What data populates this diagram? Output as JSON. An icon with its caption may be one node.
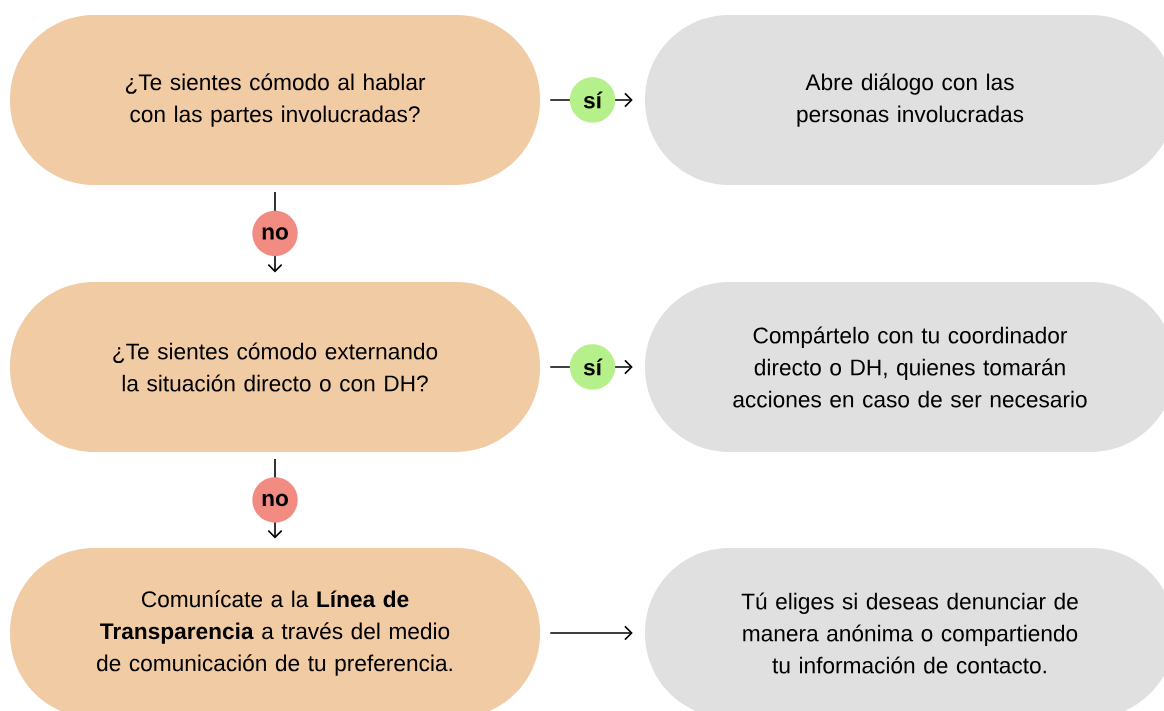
{
  "diagram": {
    "nodes": [
      {
        "text": [
          "¿Te sientes cómodo al hablar con las partes involucradas?"
        ]
      },
      {
        "text": [
          "Abre diálogo con las personas involucradas"
        ]
      },
      {
        "text": [
          "¿Te sientes cómodo externando la situación directo o con DH?"
        ]
      },
      {
        "text": [
          "Compártelo con tu coordinador directo o DH, quienes tomarán acciones en caso de ser necesario"
        ]
      },
      {
        "text": [
          "Comunícate a la **Línea de Transparencia** a través del medio de comunicación de tu preferencia."
        ]
      },
      {
        "text": [
          "Tú eliges si deseas denunciar de manera anónima o compartiendo tu información de contacto."
        ]
      }
    ],
    "edges": [
      {
        "from": 0,
        "to": 1,
        "arrow": "to",
        "label": "sí"
      },
      {
        "from": 0,
        "to": 2,
        "arrow": "to",
        "label": "no"
      },
      {
        "from": 2,
        "to": 3,
        "arrow": "to",
        "label": "sí"
      },
      {
        "from": 2,
        "to": 4,
        "arrow": "to",
        "label": "no"
      },
      {
        "from": 4,
        "to": 5,
        "arrow": "to"
      }
    ]
  }
}
